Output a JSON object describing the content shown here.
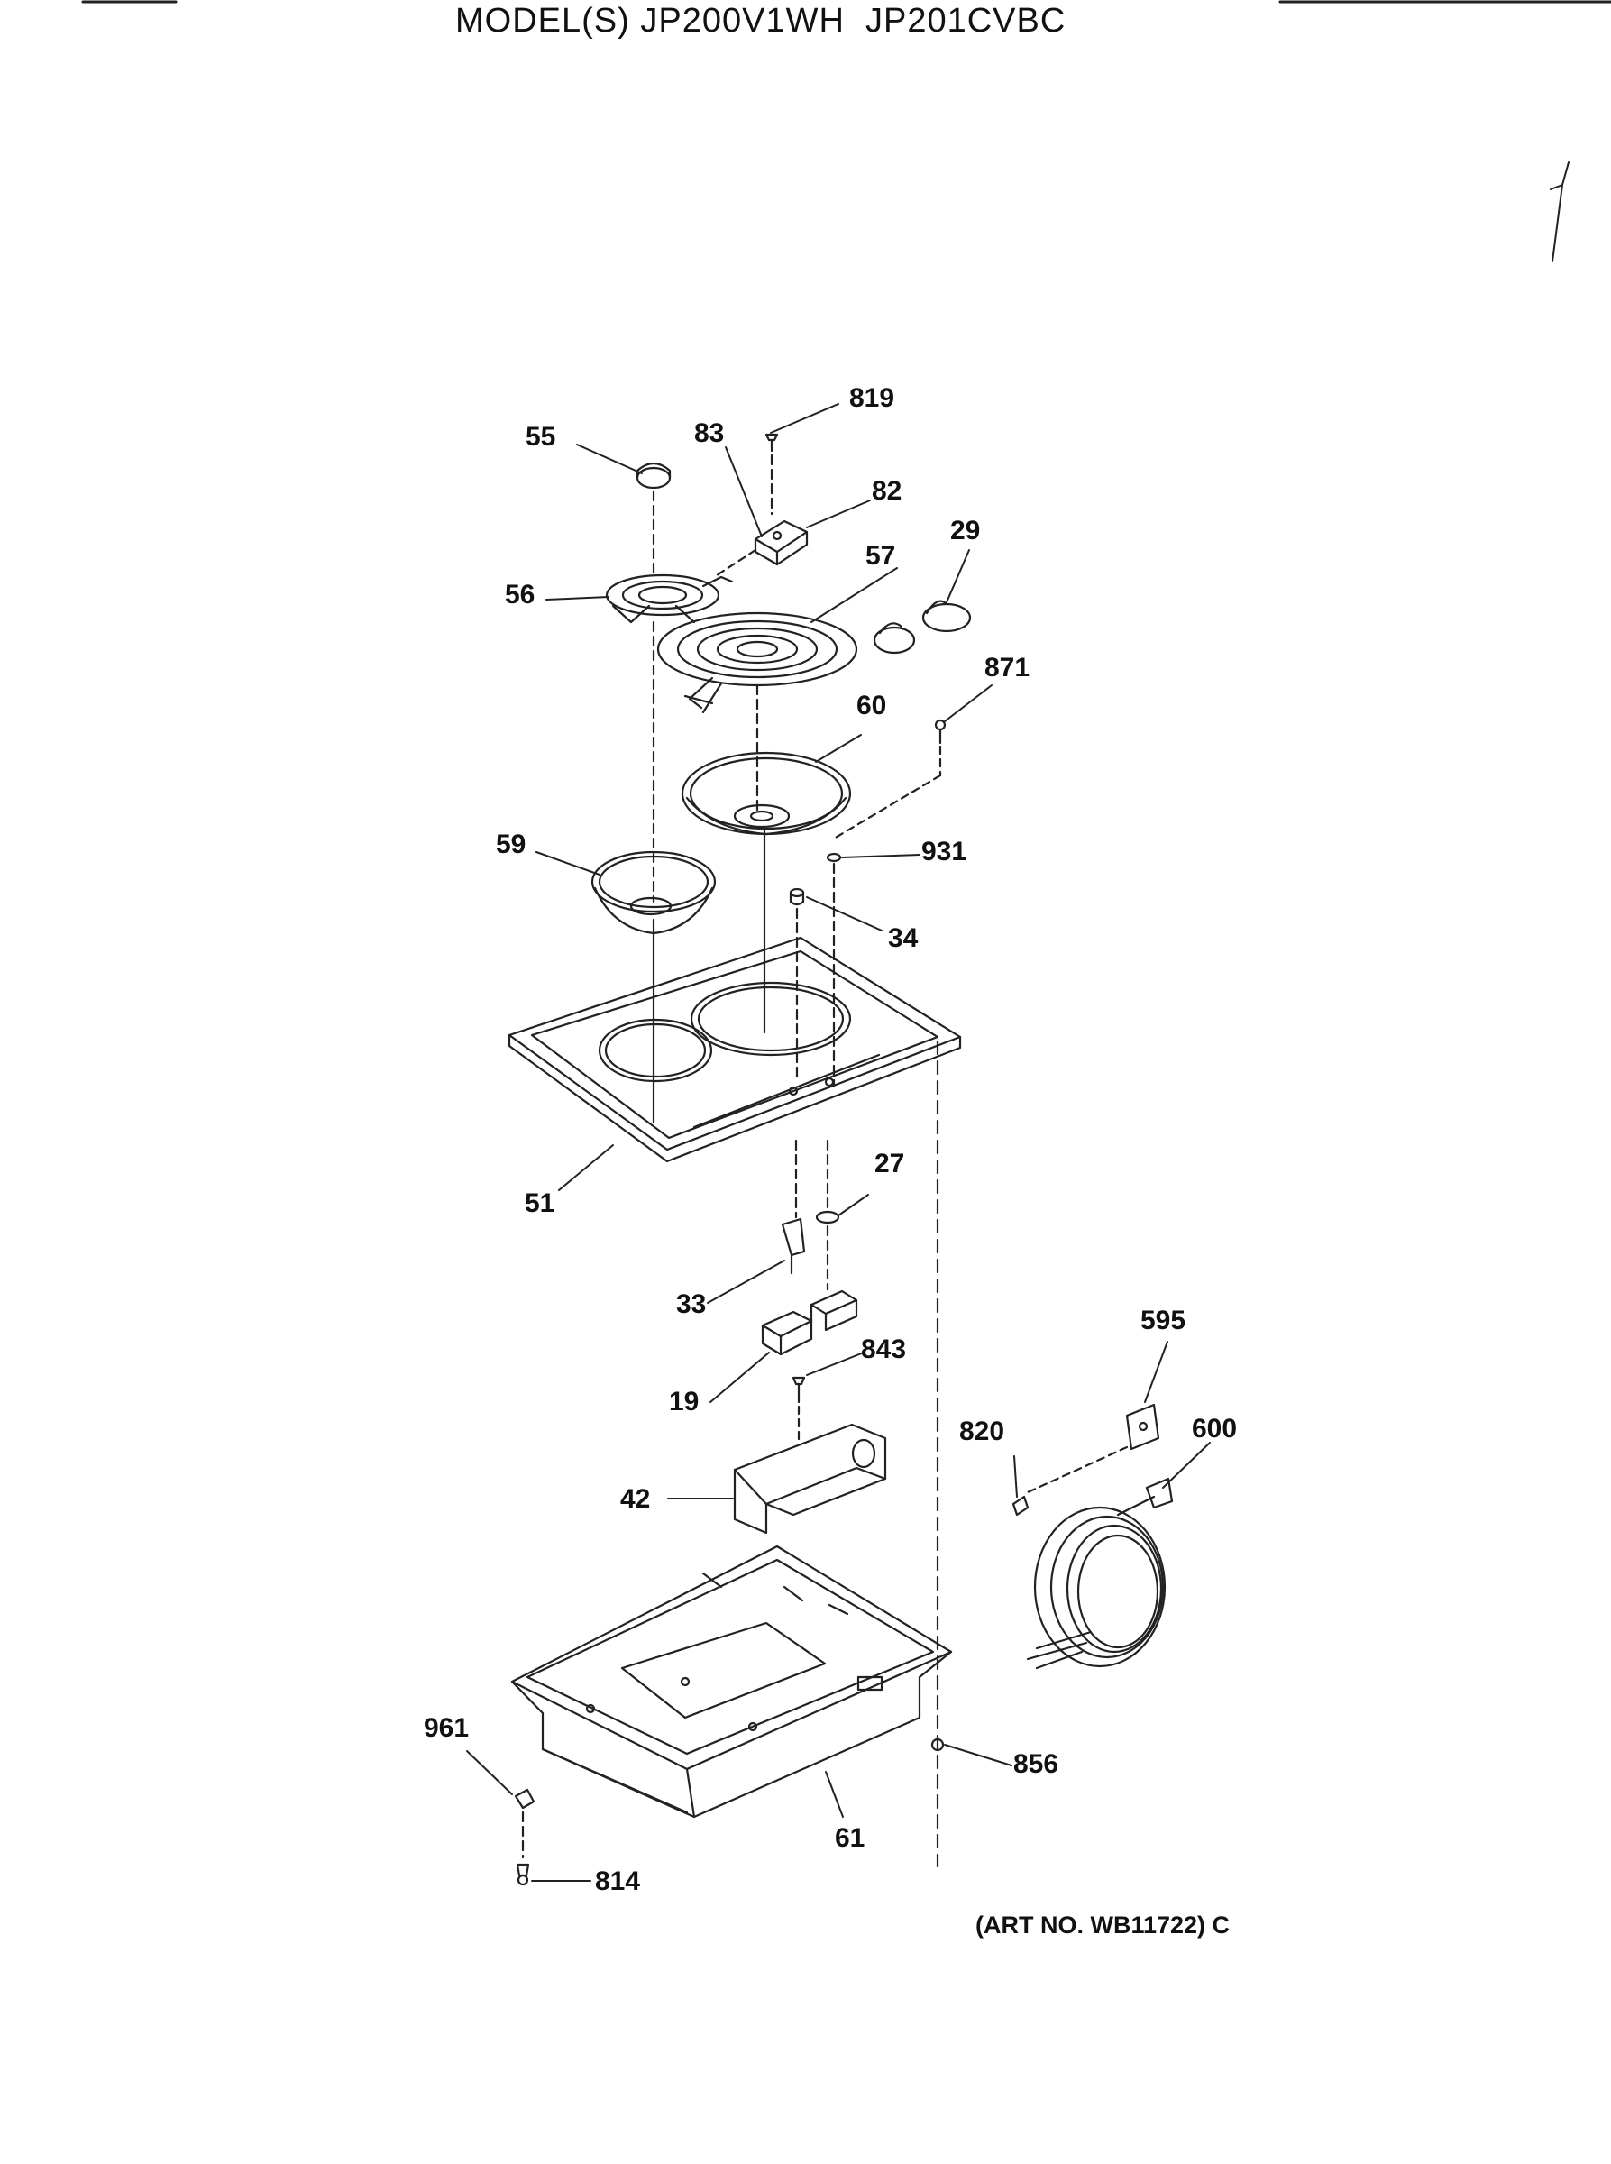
{
  "header": {
    "title": "MODEL(S) JP200V1WH  JP201CVBC"
  },
  "art_number": "(ART NO. WB11722) C",
  "callouts": {
    "c819": "819",
    "c55": "55",
    "c83": "83",
    "c82": "82",
    "c29": "29",
    "c57": "57",
    "c56": "56",
    "c871": "871",
    "c60": "60",
    "c59": "59",
    "c931": "931",
    "c34": "34",
    "c27": "27",
    "c51": "51",
    "c33": "33",
    "c595": "595",
    "c843": "843",
    "c19": "19",
    "c820": "820",
    "c600": "600",
    "c42": "42",
    "c961": "961",
    "c856": "856",
    "c61": "61",
    "c814": "814"
  }
}
